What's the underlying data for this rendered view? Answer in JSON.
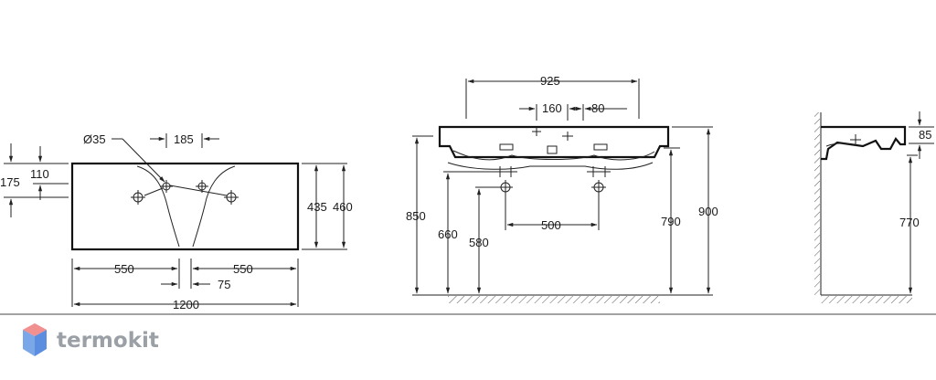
{
  "top_view": {
    "dims": {
      "d35": "Ø35",
      "d185": "185",
      "d175": "175",
      "d110": "110",
      "d435": "435",
      "d460": "460",
      "d550_left": "550",
      "d550_right": "550",
      "d75": "75",
      "d1200": "1200"
    }
  },
  "front_view": {
    "dims": {
      "d925": "925",
      "d160": "160",
      "d80": "80",
      "d850": "850",
      "d660": "660",
      "d580": "580",
      "d500": "500",
      "d790": "790",
      "d900": "900"
    }
  },
  "side_view": {
    "dims": {
      "d85": "85",
      "d770": "770"
    }
  },
  "branding": {
    "logo_text": "termokit",
    "logo_colors": {
      "top": "#f08080",
      "left": "#7aa7e8",
      "right": "#5b8ee0"
    }
  }
}
